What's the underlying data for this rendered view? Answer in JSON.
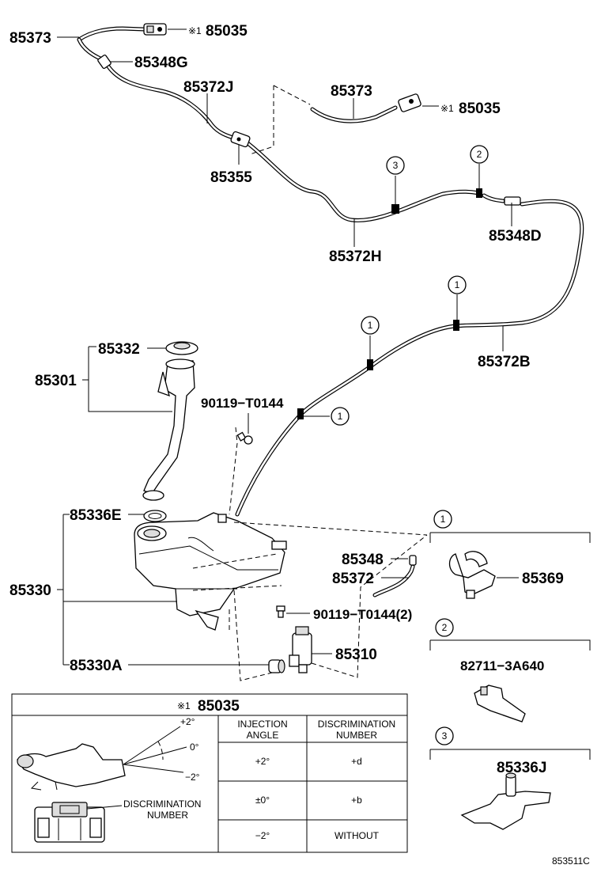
{
  "labels": {
    "p85373_top": "85373",
    "p85035_top": "85035",
    "p85348G": "85348G",
    "p85372J": "85372J",
    "p85355": "85355",
    "p85373_mid": "85373",
    "p85035_mid": "85035",
    "p85372H": "85372H",
    "p85348D": "85348D",
    "p85372B": "85372B",
    "p85332": "85332",
    "p85301": "85301",
    "p90119_a": "90119−T0144",
    "p85336E": "85336E",
    "p85330": "85330",
    "p85330A": "85330A",
    "p85348": "85348",
    "p85372": "85372",
    "p90119_b": "90119−T0144(2)",
    "p85310": "85310",
    "p85369": "85369",
    "p82711": "82711−3A640",
    "p85336J": "85336J",
    "diagram_code": "853511C"
  },
  "note_mark": "※1",
  "callouts": {
    "c1": "1",
    "c2": "2",
    "c3": "3"
  },
  "table": {
    "title_mark": "※1",
    "title_part": "85035",
    "col1_header_l1": "INJECTION",
    "col1_header_l2": "ANGLE",
    "col2_header_l1": "DISCRIMINATION",
    "col2_header_l2": "NUMBER",
    "rows": [
      {
        "angle": "+2°",
        "number": "+d"
      },
      {
        "angle": "±0°",
        "number": "+b"
      },
      {
        "angle": "−2°",
        "number": "WITHOUT"
      }
    ],
    "angle_marks": {
      "plus2": "+2°",
      "zero": "0°",
      "minus2": "−2°"
    },
    "disc_label_l1": "DISCRIMINATION",
    "disc_label_l2": "NUMBER"
  }
}
